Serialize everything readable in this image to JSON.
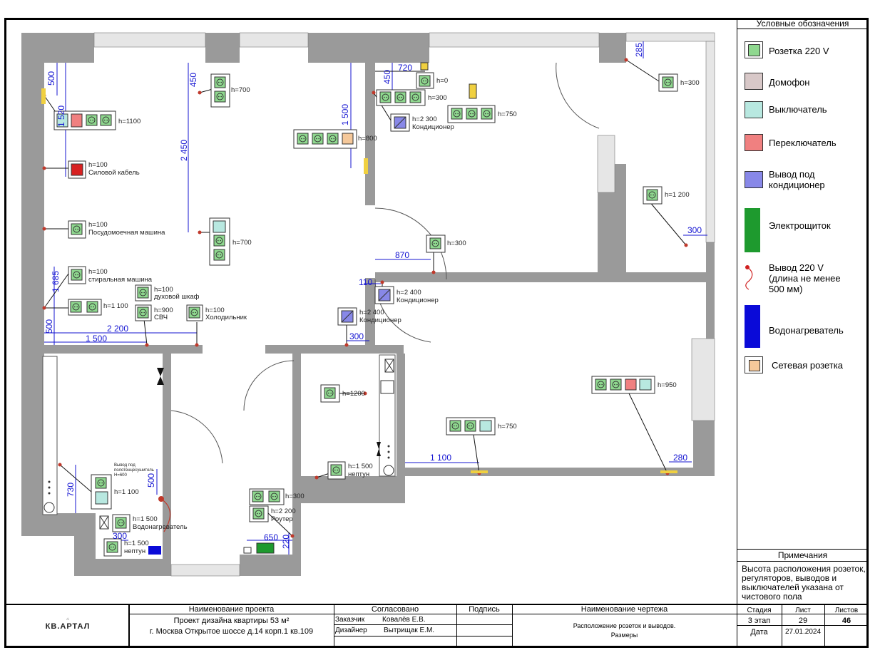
{
  "legend": {
    "title": "Условные обозначения",
    "items": [
      {
        "label": "Розетка 220 V",
        "symbol": "socket",
        "color": "#8fd88f"
      },
      {
        "label": "Домофон",
        "symbol": "intercom",
        "color": "#d8c8c8"
      },
      {
        "label": "Выключатель",
        "symbol": "switch",
        "color": "#b8e8e0"
      },
      {
        "label": "Переключатель",
        "symbol": "changeover",
        "color": "#f08080"
      },
      {
        "label": "Вывод под кондиционер",
        "symbol": "ac-outlet",
        "color": "#8888e8"
      },
      {
        "label": "Электрощиток",
        "symbol": "panel",
        "color": "#1e9a2e"
      },
      {
        "label": "Вывод 220 V (длина не менее 500 мм)",
        "symbol": "wire-outlet",
        "color": "#d02020"
      },
      {
        "label": "Водонагреватель",
        "symbol": "water-heater",
        "color": "#0a0ad8"
      },
      {
        "label": "Сетевая розетка",
        "symbol": "network",
        "color": "#f5c89a"
      }
    ]
  },
  "notes": {
    "title": "Примечания",
    "text": "Высота расположения розеток, регуляторов, выводов и выключателей указана от чистового пола"
  },
  "title_block": {
    "project_name_header": "Наименование проекта",
    "project_name_line1": "Проект дизайна квартиры 53 м²",
    "project_name_line2": "г. Москва Открытое шоссе д.14 корп.1 кв.109",
    "agreed_header": "Согласовано",
    "signature_header": "Подпись",
    "customer_role": "Заказчик",
    "customer_name": "Ковалёв Е.В.",
    "designer_role": "Дизайнер",
    "designer_name": "Вытрищак Е.М.",
    "drawing_name_header": "Наименование чертежа",
    "drawing_name_line1": "Расположение розеток и выводов.",
    "drawing_name_line2": "Размеры",
    "stage_header": "Стадия",
    "sheet_header": "Лист",
    "sheets_header": "Листов",
    "stage_value": "3 этап",
    "sheet_value": "29",
    "sheets_value": "46",
    "date_label": "Дата",
    "date_value": "27.01.2024",
    "logo_text": "КВ.АРТАЛ"
  },
  "plan_labels": {
    "h1100a": "h=1100",
    "h700a": "h=700",
    "h100_power": "h=100",
    "power_cable": "Силовой кабель",
    "h100_dish": "h=100",
    "dishwasher": "Посудомоечная машина",
    "h700b": "h=700",
    "h100_wash": "h=100",
    "washer": "стиральная машина",
    "h1100b": "h=1 100",
    "h100_oven": "h=100",
    "oven": "духовой шкаф",
    "h900": "h=900",
    "microwave": "СВЧ",
    "h100_fridge": "h=100",
    "fridge": "Холодильник",
    "h800": "h=800",
    "h0": "h=0",
    "h300a": "h=300",
    "h2300": "h=2 300",
    "ac1": "Кондиционер",
    "h750a": "h=750",
    "h300b": "h=300",
    "h1200a": "h=1 200",
    "h300c": "h=300",
    "h2400a": "h=2 400",
    "ac2": "Кондиционер",
    "h2400b": "h=2 400",
    "ac3": "Кондиционер",
    "h1200b": "h=1200",
    "h950": "h=950",
    "h750b": "h=750",
    "h1500a": "h=1 500",
    "neptun1": "нептун",
    "towel_note": "Вывод под полотенцесушитель H=600",
    "h1100c": "h=1 100",
    "h1500b": "h=1 500",
    "water_heater": "Водонагреватель",
    "h1500c": "h=1 500",
    "neptun2": "нептун",
    "h300d": "h=300",
    "h2200": "h=2 200",
    "router": "Роутер"
  },
  "dimensions": {
    "d500a": "500",
    "d1520": "1 520",
    "d450a": "450",
    "d2450": "2 450",
    "d1500v": "1 500",
    "d720": "720",
    "d450b": "450",
    "d285": "285",
    "d300a": "300",
    "d870": "870",
    "d110": "110",
    "d1685": "1 685",
    "d500b": "500",
    "d2200": "2 200",
    "d1500h": "1 500",
    "d300b": "300",
    "d1100": "1 100",
    "d280": "280",
    "d730": "730",
    "d500c": "500",
    "d300c": "300",
    "d650": "650",
    "d220": "220"
  }
}
